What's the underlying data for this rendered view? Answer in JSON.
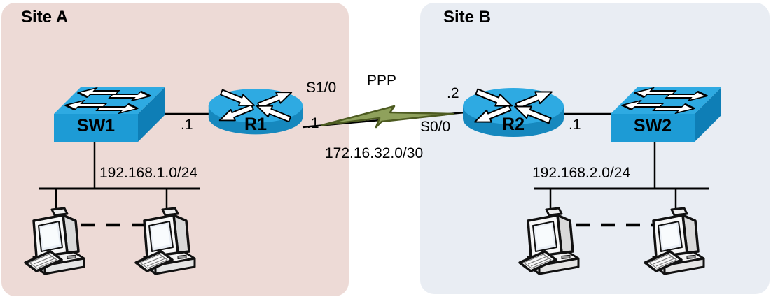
{
  "sites": {
    "a": {
      "title": "Site A",
      "network": "192.168.1.0/24",
      "switch_name": "SW1",
      "router_name": "R1",
      "router_lan_ip": ".1",
      "host_count": 2
    },
    "b": {
      "title": "Site B",
      "network": "192.168.2.0/24",
      "switch_name": "SW2",
      "router_name": "R2",
      "router_lan_ip": ".1",
      "host_count": 2
    }
  },
  "wan_link": {
    "protocol": "PPP",
    "network": "172.16.32.0/30",
    "r1_interface": "S1/0",
    "r1_ip": ".1",
    "r2_interface": "S0/0",
    "r2_ip": ".2"
  },
  "colors": {
    "site_a_bg": "#EDDAD6",
    "site_b_bg": "#E9EDF3",
    "device_top": "#2EAAE2",
    "device_front": "#1D9BD5",
    "device_side": "#0E7EB6",
    "router_body": "#1688BE",
    "bolt_fill": "#8FA15C",
    "bolt_stroke": "#4D5B21"
  }
}
